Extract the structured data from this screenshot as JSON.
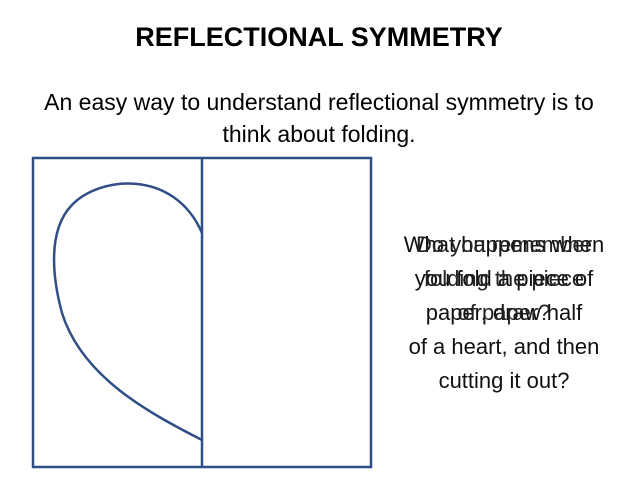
{
  "slide": {
    "title": "REFLECTIONAL SYMMETRY",
    "subtitle_line1": "An easy way to understand reflectional symmetry is to",
    "subtitle_line2": "think about folding.",
    "overlap_text_a": {
      "line1": "What happens when",
      "line2": "you fold a piece of",
      "line3": "paper, draw half",
      "line4": "of a heart, and then",
      "line5": "cutting it out?"
    },
    "overlap_text_b": {
      "line1": "Do you remember",
      "line2": "folding the piece",
      "line3": "of paper?"
    }
  },
  "colors": {
    "line": "#2f4f86",
    "background": "#ffffff",
    "text": "#000000"
  }
}
